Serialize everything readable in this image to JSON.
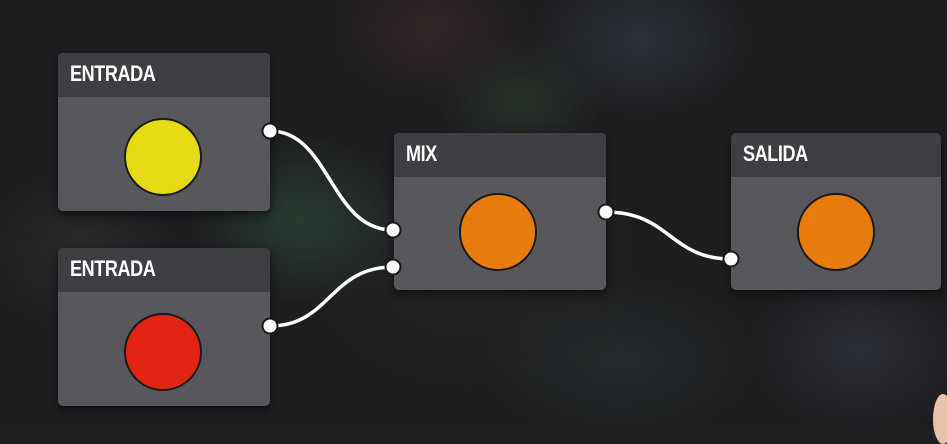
{
  "nodes": {
    "input1": {
      "title": "ENTRADA",
      "color": "#e6da14"
    },
    "input2": {
      "title": "ENTRADA",
      "color": "#e02411"
    },
    "mix": {
      "title": "MIX",
      "color": "#e77b0b"
    },
    "output": {
      "title": "SALIDA",
      "color": "#e77b0b"
    }
  },
  "connections": [
    {
      "from": "input1.out",
      "to": "mix.in1"
    },
    {
      "from": "input2.out",
      "to": "mix.in2"
    },
    {
      "from": "mix.out",
      "to": "output.in"
    }
  ],
  "colors": {
    "wire": "#ffffff",
    "node_body": "#58585c",
    "node_header": "#3f3f43"
  }
}
